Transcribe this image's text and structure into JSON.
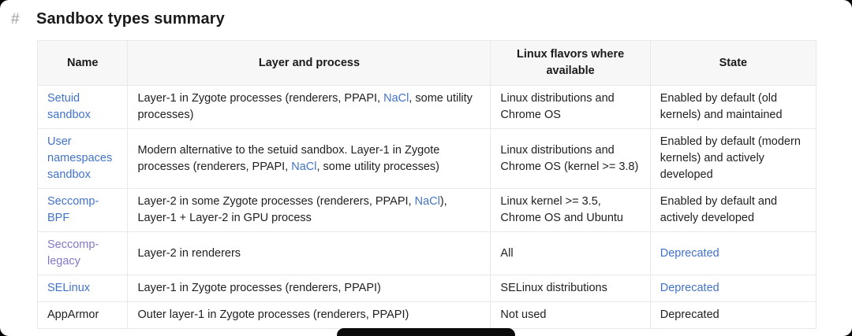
{
  "heading": {
    "anchor": "#",
    "title": "Sandbox types summary"
  },
  "colors": {
    "link": "#4272c8",
    "visited_link": "#8378c8",
    "text": "#212121",
    "header_background": "#f7f7f7",
    "border": "#e9e9e9",
    "hash": "#9e9e9e"
  },
  "table": {
    "columns": [
      "Name",
      "Layer and process",
      "Linux flavors where available",
      "State"
    ],
    "column_widths_pct": [
      11.6,
      46.6,
      20.5,
      21.3
    ],
    "rows": [
      {
        "name": {
          "text": "Setuid sandbox",
          "style": "link"
        },
        "layer": [
          {
            "text": "Layer-1 in Zygote processes (renderers, PPAPI, ",
            "link": false
          },
          {
            "text": "NaCl",
            "link": true
          },
          {
            "text": ", some utility processes)",
            "link": false
          }
        ],
        "flavors": "Linux distributions and Chrome OS",
        "state": {
          "text": "Enabled by default (old kernels) and maintained",
          "link": false
        }
      },
      {
        "name": {
          "text": "User namespaces sandbox",
          "style": "link"
        },
        "layer": [
          {
            "text": "Modern alternative to the setuid sandbox. Layer-1 in Zygote processes (renderers, PPAPI, ",
            "link": false
          },
          {
            "text": "NaCl",
            "link": true
          },
          {
            "text": ", some utility processes)",
            "link": false
          }
        ],
        "flavors": "Linux distributions and Chrome OS (kernel >= 3.8)",
        "state": {
          "text": "Enabled by default (modern kernels) and actively developed",
          "link": false
        }
      },
      {
        "name": {
          "text": "Seccomp-BPF",
          "style": "link"
        },
        "layer": [
          {
            "text": "Layer-2 in some Zygote processes (renderers, PPAPI, ",
            "link": false
          },
          {
            "text": "NaCl",
            "link": true
          },
          {
            "text": "), Layer-1 + Layer-2 in GPU process",
            "link": false
          }
        ],
        "flavors": "Linux kernel >= 3.5, Chrome OS and Ubuntu",
        "state": {
          "text": "Enabled by default and actively developed",
          "link": false
        }
      },
      {
        "name": {
          "text": "Seccomp-legacy",
          "style": "visited"
        },
        "layer": [
          {
            "text": "Layer-2 in renderers",
            "link": false
          }
        ],
        "flavors": "All",
        "state": {
          "text": "Deprecated",
          "link": true
        }
      },
      {
        "name": {
          "text": "SELinux",
          "style": "link"
        },
        "layer": [
          {
            "text": "Layer-1 in Zygote processes (renderers, PPAPI)",
            "link": false
          }
        ],
        "flavors": "SELinux distributions",
        "state": {
          "text": "Deprecated",
          "link": true
        }
      },
      {
        "name": {
          "text": "AppArmor",
          "style": "plain"
        },
        "layer": [
          {
            "text": "Outer layer-1 in Zygote processes (renderers, PPAPI)",
            "link": false
          }
        ],
        "flavors": "Not used",
        "state": {
          "text": "Deprecated",
          "link": false
        }
      }
    ]
  }
}
